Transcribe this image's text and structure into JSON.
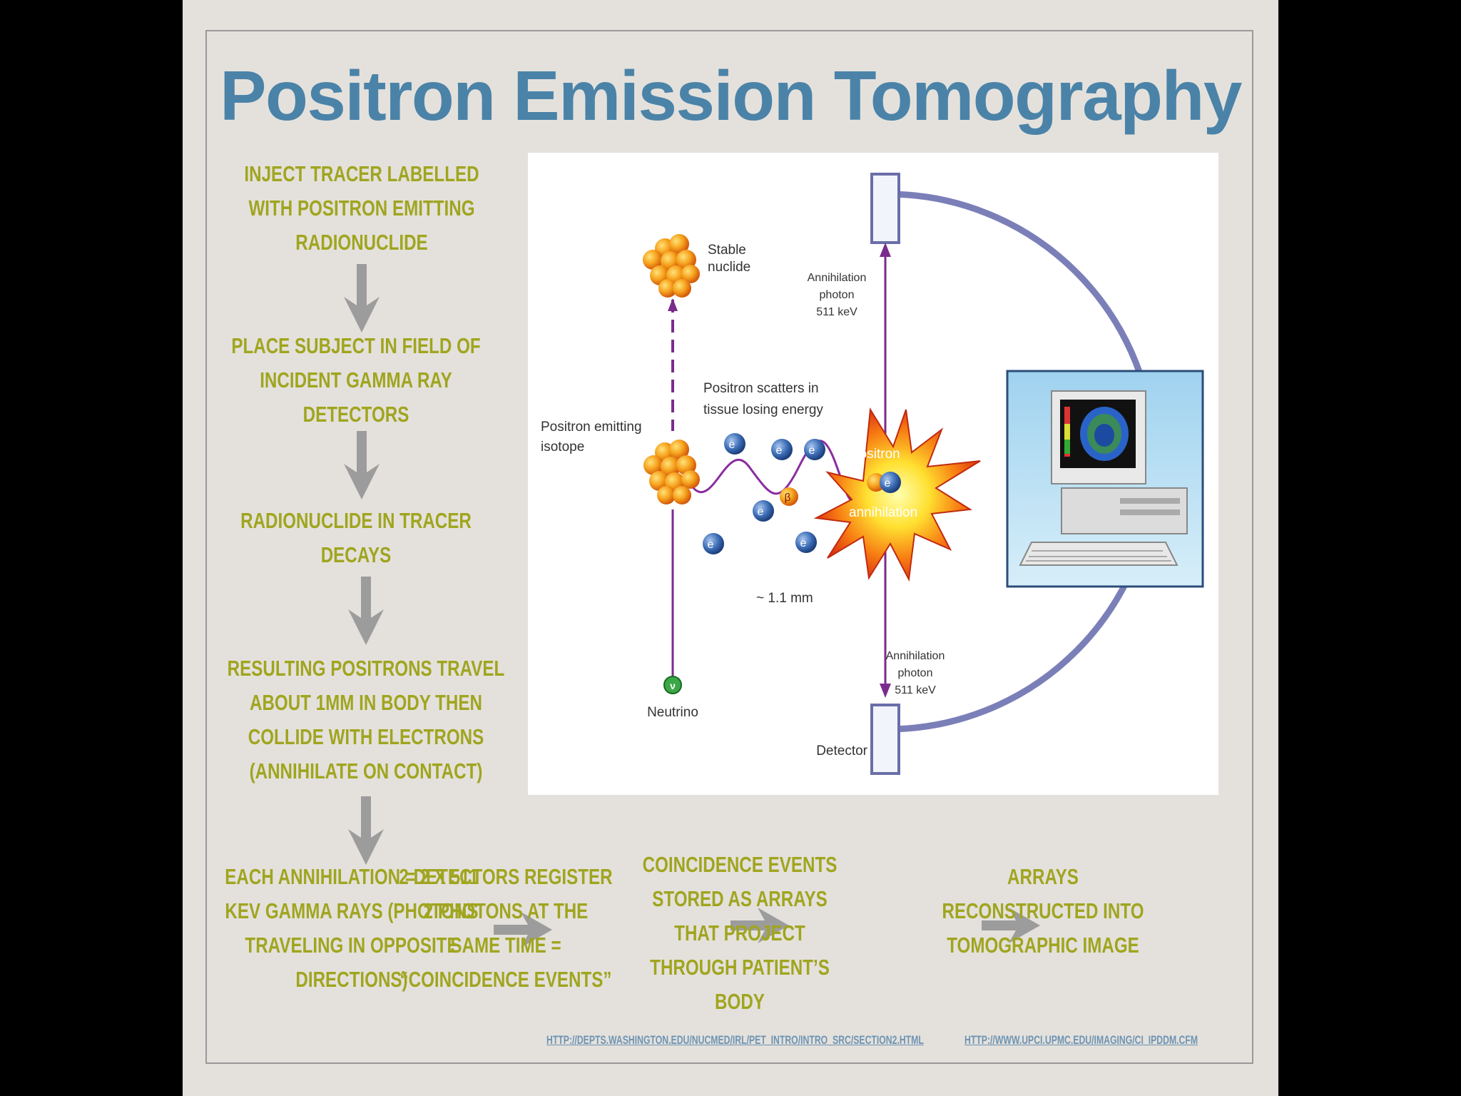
{
  "slide": {
    "title": "Positron Emission Tomography"
  },
  "steps": [
    {
      "lines": [
        "INJECT TRACER LABELLED",
        "WITH POSITRON EMITTING",
        "RADIONUCLIDE"
      ]
    },
    {
      "lines": [
        "PLACE SUBJECT IN FIELD OF",
        "INCIDENT GAMMA RAY",
        "DETECTORS"
      ]
    },
    {
      "lines": [
        "RADIONUCLIDE IN TRACER",
        "DECAYS"
      ]
    },
    {
      "lines": [
        "RESULTING POSITRONS TRAVEL",
        "ABOUT 1MM IN BODY THEN",
        "COLLIDE WITH ELECTRONS",
        "(ANNIHILATE ON CONTACT)"
      ]
    },
    {
      "lines": [
        "EACH ANNIHILATION = 2 X  511",
        "KEV GAMMA RAYS (PHOTONS",
        "TRAVELING IN OPPOSITE",
        "DIRECTIONS)"
      ]
    },
    {
      "lines": [
        "2 DETECTORS REGISTER",
        "2 PHOTONS AT THE",
        "SAME TIME =",
        "“COINCIDENCE EVENTS”"
      ]
    },
    {
      "lines": [
        "COINCIDENCE EVENTS",
        "STORED AS ARRAYS",
        "THAT PROJECT",
        "THROUGH PATIENT’S",
        "BODY"
      ]
    },
    {
      "lines": [
        "ARRAYS",
        "RECONSTRUCTED INTO",
        "TOMOGRAPHIC IMAGE"
      ]
    }
  ],
  "diagram": {
    "stable_nuclide": [
      "Stable",
      "nuclide"
    ],
    "positron_emitting_isotope": [
      "Positron emitting",
      "isotope"
    ],
    "positron_scatters": [
      "Positron scatters in",
      "tissue losing energy"
    ],
    "annihilation_photon_top": [
      "Annihilation",
      "photon",
      "511 keV"
    ],
    "annihilation_photon_bottom": [
      "Annihilation",
      "photon",
      "511 keV"
    ],
    "positron_annihilation": [
      "Positron",
      "annihilation"
    ],
    "distance": "~ 1.1 mm",
    "neutrino": "Neutrino",
    "detector": "Detector",
    "electron_symbol": "e",
    "electron_charge": "−",
    "beta_symbol": "β",
    "beta_charge": "+",
    "neutrino_symbol": "ν"
  },
  "links": {
    "url1": "HTTP://DEPTS.WASHINGTON.EDU/NUCMED/IRL/PET_INTRO/INTRO_SRC/SECTION2.HTML",
    "url2": "HTTP://WWW.UPCI.UPMC.EDU/IMAGING/CI_IPDDM.CFM"
  },
  "colors": {
    "title": "#4b83a8",
    "step_text": "#a0a51f",
    "arrow": "#9c9c9c",
    "link": "#6e94b3",
    "slide_background": "#e4e1dc"
  }
}
